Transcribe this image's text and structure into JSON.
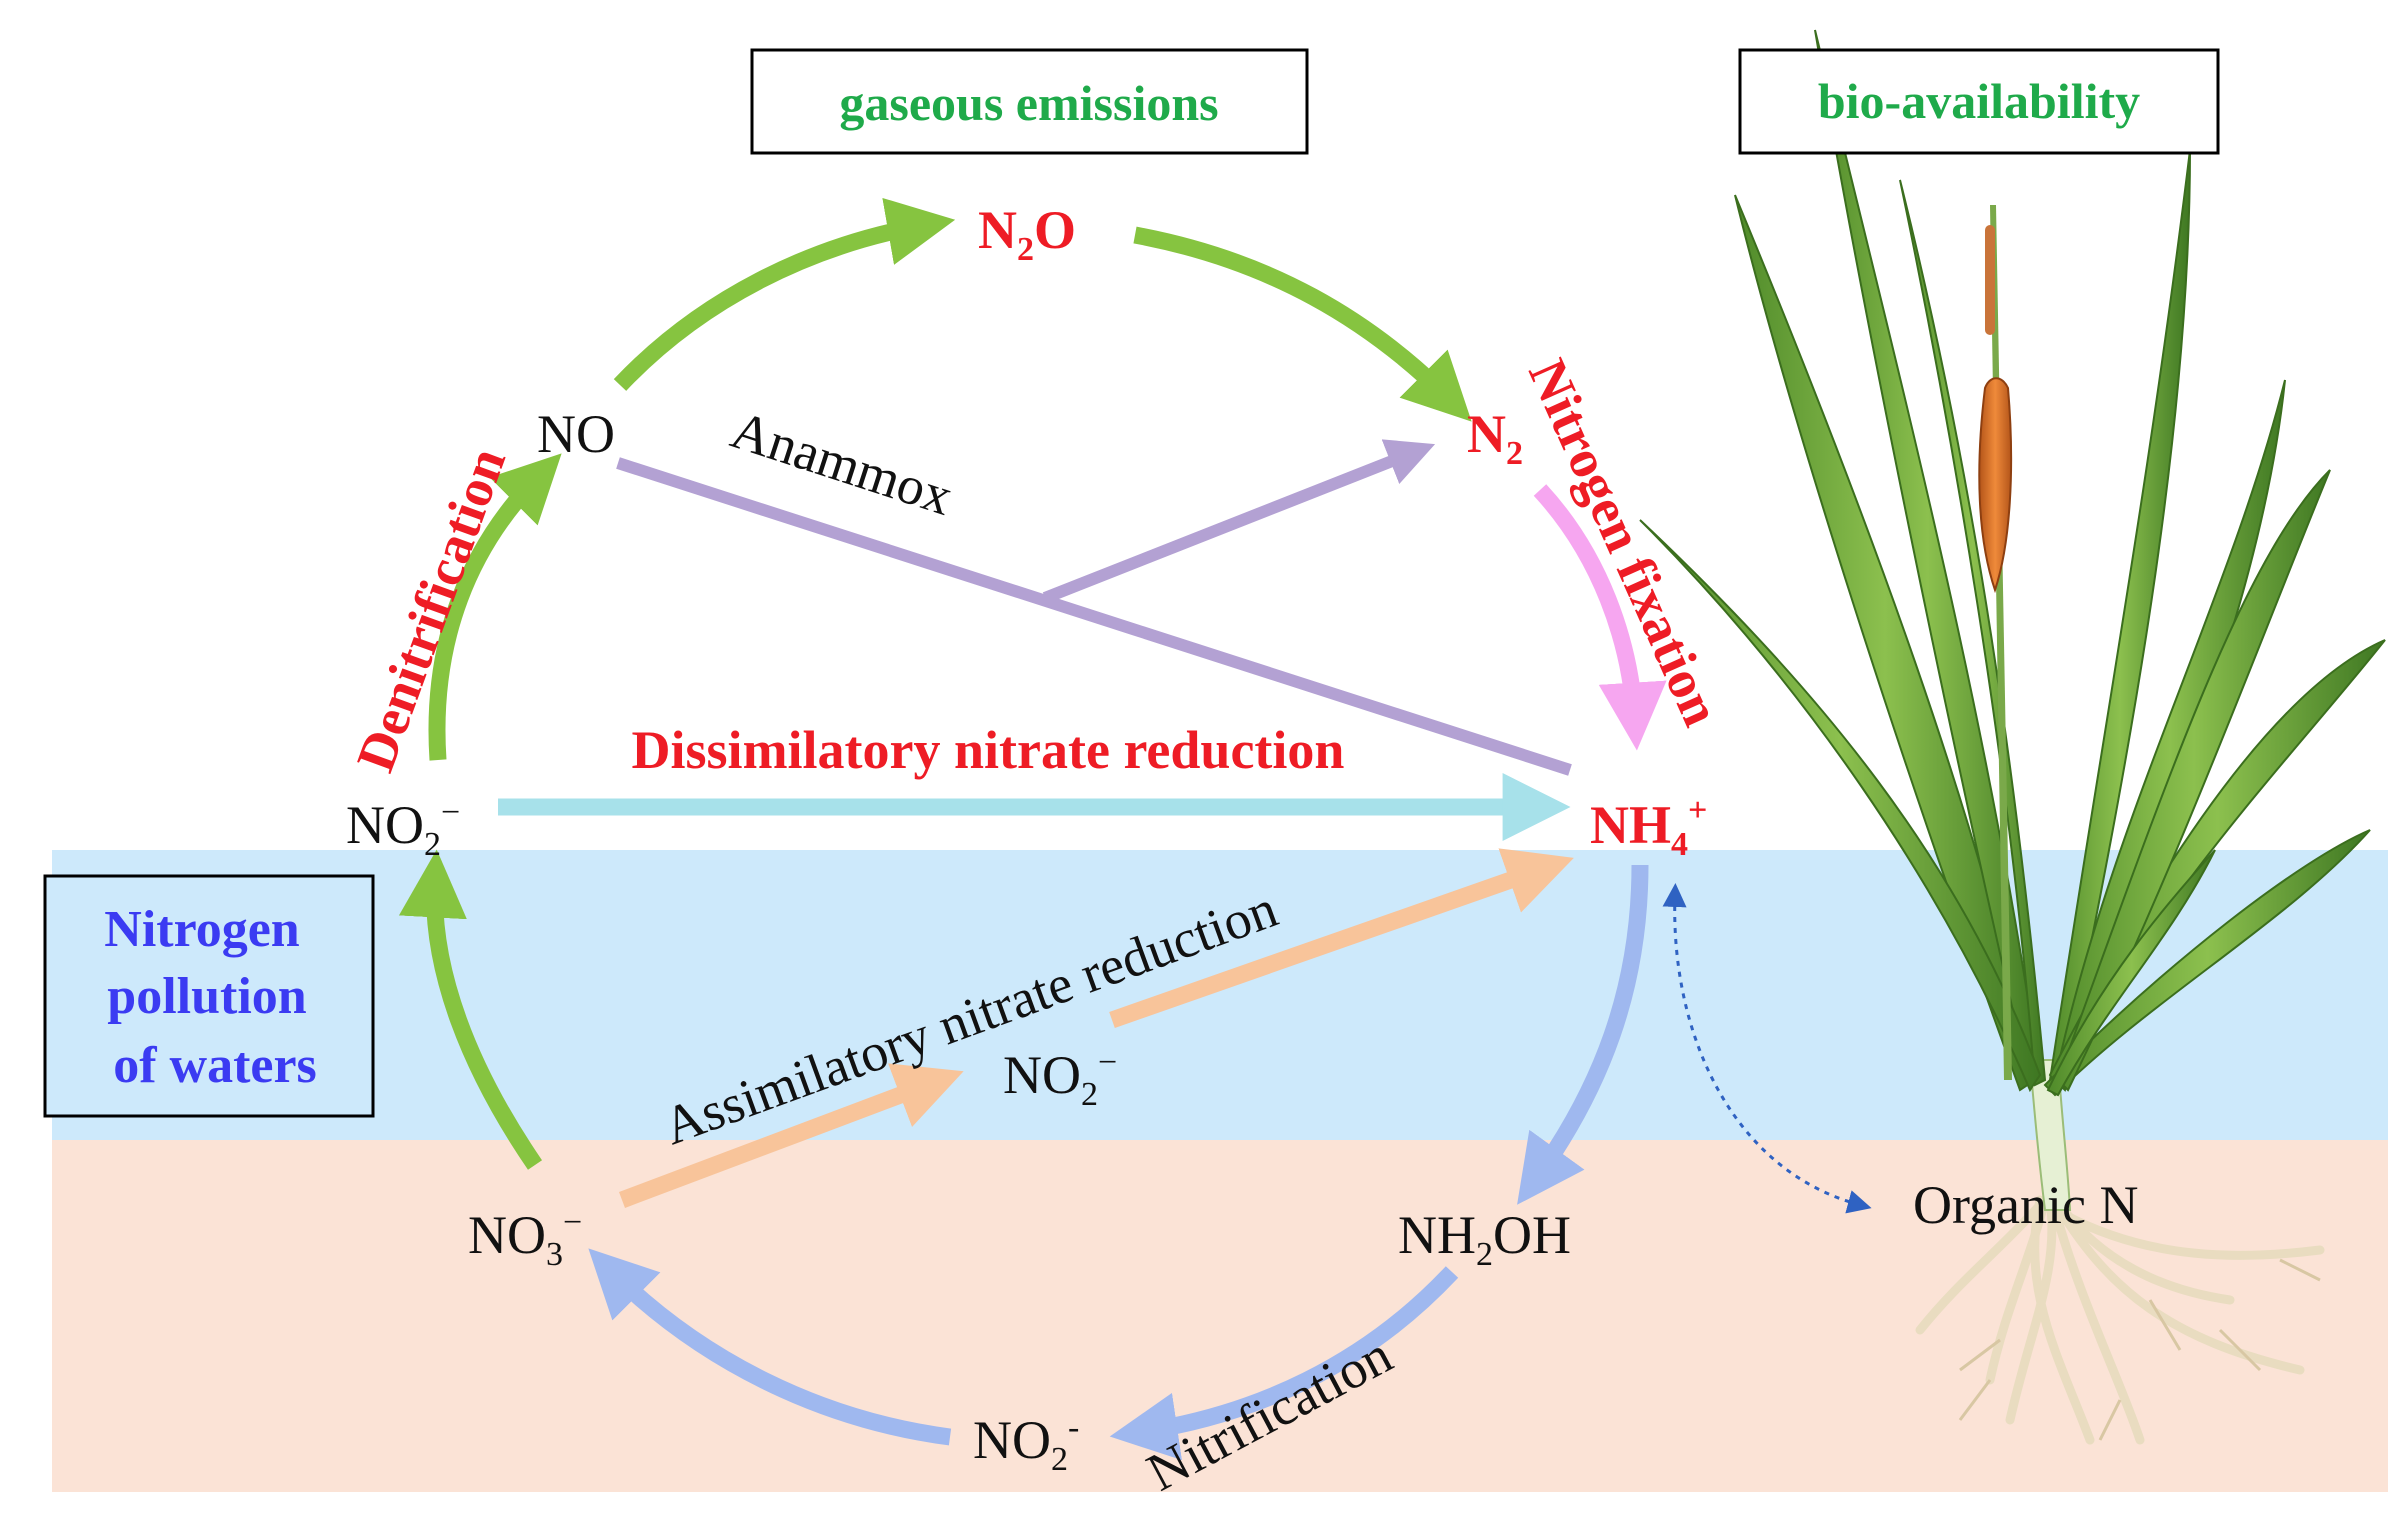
{
  "boxes": {
    "gaseous": "gaseous emissions",
    "bio": "bio-availability",
    "pollution": [
      "Nitrogen",
      "pollution",
      "of waters"
    ]
  },
  "species": {
    "no": "NO",
    "n2o": {
      "base": "N",
      "sub": "2",
      "rest": "O"
    },
    "n2": {
      "base": "N",
      "sub": "2"
    },
    "no2_left": {
      "base": "NO",
      "sub": "2",
      "sup": "−"
    },
    "nh4": {
      "base": "NH",
      "sub": "4",
      "sup": "+"
    },
    "no2_mid": {
      "base": "NO",
      "sub": "2",
      "sup": "−"
    },
    "no3": {
      "base": "NO",
      "sub": "3",
      "sup": "−"
    },
    "nh2oh": {
      "base": "NH",
      "sub": "2",
      "rest": "OH"
    },
    "no2_bottom": {
      "base": "NO",
      "sub": "2",
      "sup": "-"
    },
    "organic_n": "Organic N"
  },
  "processes": {
    "denitrification": "Denitrification",
    "anammox": "Anammox",
    "nitrogen_fixation": "Nitrogen fixation",
    "dnra": "Dissimilatory nitrate reduction",
    "assimilatory": "Assimilatory nitrate reduction",
    "nitrification": "Nitrification"
  },
  "colors": {
    "title_green": "#1faa4a",
    "process_red": "#ee1c25",
    "pollution_blue": "#3b3bf2",
    "water_band": "#cde9fb",
    "soil_band": "#fbe3d6",
    "denitrification_arrow": "#86c440",
    "anammox_arrow": "#b3a1d3",
    "fixation_arrow": "#f6a6f0",
    "dnra_arrow": "#a7e1ea",
    "assimilatory_arrow": "#f8c49a",
    "nitrification_arrow": "#9fb8ef",
    "organic_link": "#2f62c2"
  }
}
